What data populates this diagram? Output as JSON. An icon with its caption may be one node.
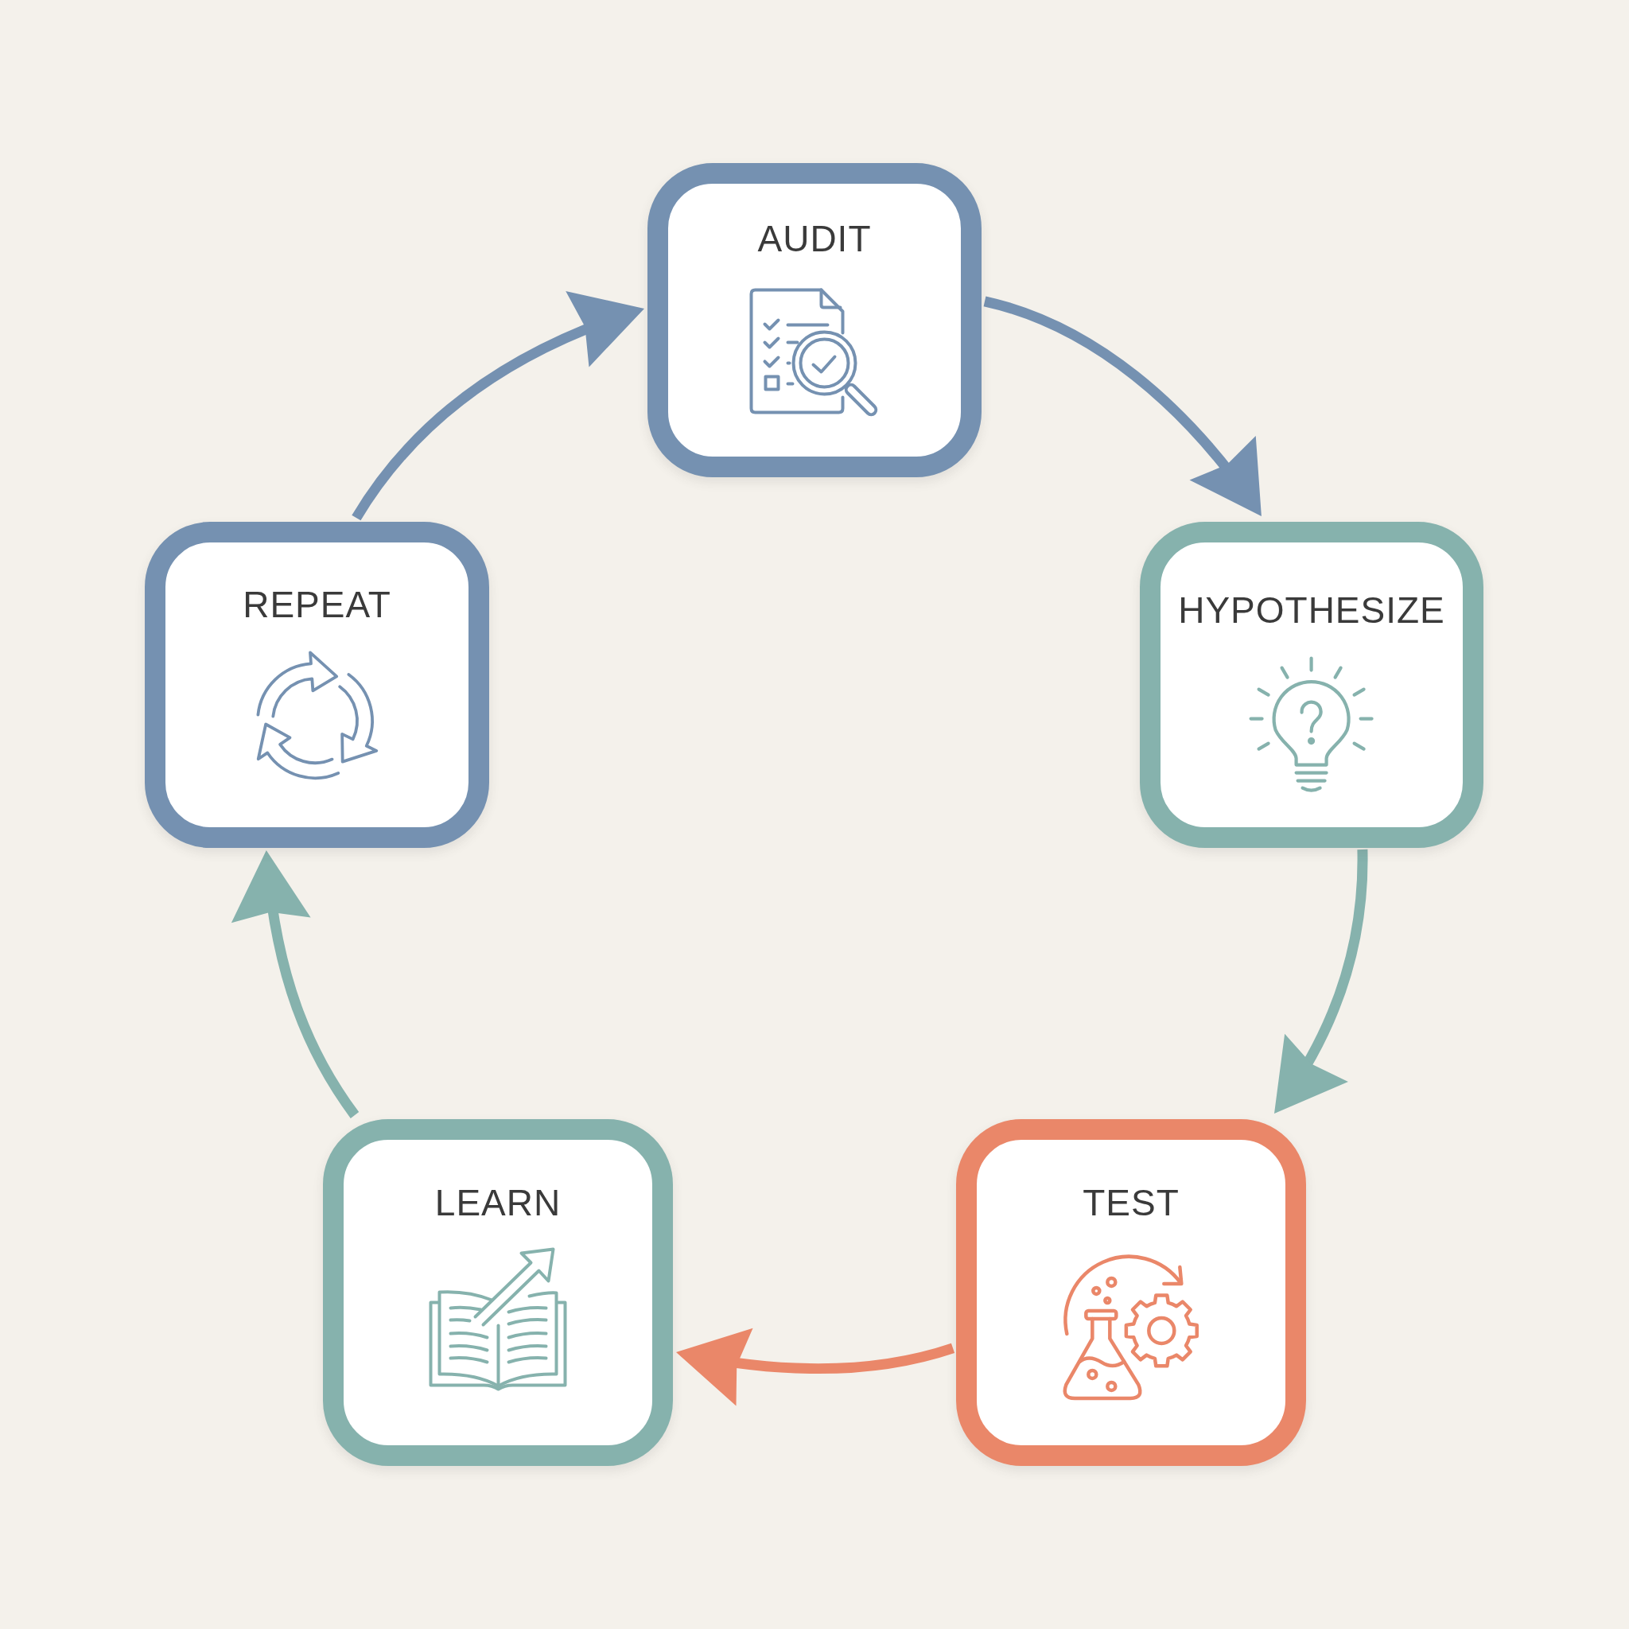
{
  "diagram": {
    "nodes": [
      {
        "text": [
          "AUDIT"
        ]
      },
      {
        "text": [
          "HYPOTHESIZE"
        ]
      },
      {
        "text": [
          "TEST"
        ]
      },
      {
        "text": [
          "LEARN"
        ]
      },
      {
        "text": [
          "REPEAT"
        ]
      }
    ],
    "edges": [
      {
        "from": 0,
        "to": 1,
        "arrow": "to",
        "color": "#7591b1"
      },
      {
        "from": 1,
        "to": 2,
        "arrow": "to",
        "color": "#86b2ad"
      },
      {
        "from": 2,
        "to": 3,
        "arrow": "to",
        "color": "#ea8769"
      },
      {
        "from": 3,
        "to": 4,
        "arrow": "to",
        "color": "#86b2ad"
      },
      {
        "from": 4,
        "to": 0,
        "arrow": "to",
        "color": "#7591b1"
      }
    ]
  }
}
